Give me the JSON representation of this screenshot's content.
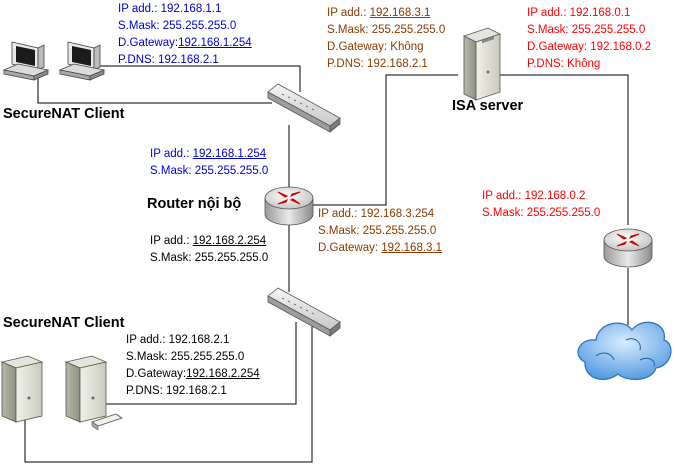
{
  "labels": {
    "securenat_client_top": "SecureNAT Client",
    "securenat_client_bottom": "SecureNAT Client",
    "isa_server": "ISA server",
    "router_internal": "Router nội bộ"
  },
  "client_top": {
    "ip_label": "IP add.: ",
    "ip_value": "192.168.1.1",
    "mask": "S.Mask: 255.255.255.0",
    "gw_label": "D.Gateway:",
    "gw_value": "192.168.1.254",
    "dns": "P.DNS: 192.168.2.1"
  },
  "isa_internal": {
    "ip_label": "IP add.: ",
    "ip_value": "192.168.3.1",
    "mask": "S.Mask: 255.255.255.0",
    "gw": "D.Gateway: Không",
    "dns": "P.DNS: 192.168.2.1"
  },
  "isa_external": {
    "ip": "IP add.: 192.168.0.1",
    "mask": "S.Mask: 255.255.255.0",
    "gw": "D.Gateway: 192.168.0.2",
    "dns": "P.DNS: Không"
  },
  "router_if1": {
    "ip_label": "IP add.: ",
    "ip_value": "192.168.1.254",
    "mask": "S.Mask: 255.255.255.0"
  },
  "router_if3": {
    "ip": "IP add.: 192.168.3.254",
    "mask": "S.Mask: 255.255.255.0",
    "gw_label": "D.Gateway: ",
    "gw_value": "192.168.3.1"
  },
  "router_if2": {
    "ip_label": "IP add.: ",
    "ip_value": "192.168.2.254",
    "mask": "S.Mask: 255.255.255.0"
  },
  "edge_router": {
    "ip": "IP add.: 192.168.0.2",
    "mask": "S.Mask: 255.255.255.0"
  },
  "client_bottom": {
    "ip": "IP add.: 192.168.2.1",
    "mask": "S.Mask: 255.255.255.0",
    "gw_label": "D.Gateway:",
    "gw_value": "192.168.2.254",
    "dns": "P.DNS: 192.168.2.1"
  },
  "colors": {
    "blue": "#0000cc",
    "brown": "#8b3a00",
    "red": "#ff0000",
    "cloud": "#7fb8f0",
    "router": "#2a6fb0"
  },
  "icons": [
    "desktop-computer-icon",
    "switch-icon",
    "router-icon",
    "server-tower-icon",
    "internet-cloud-icon"
  ]
}
